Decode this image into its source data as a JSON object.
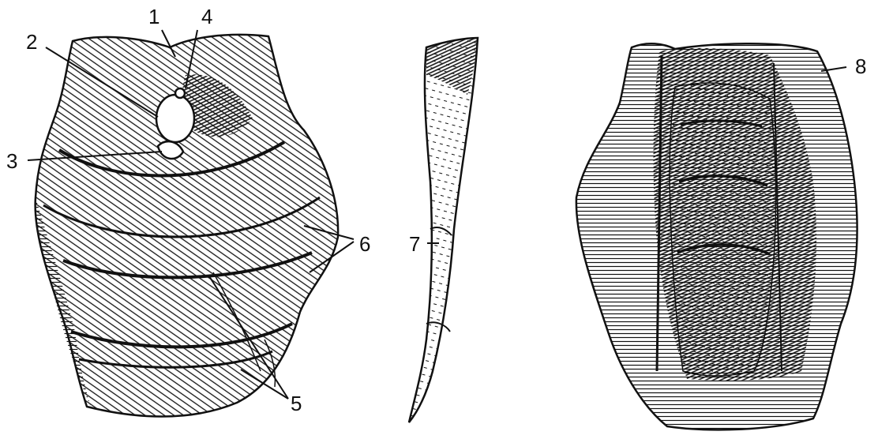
{
  "figure": {
    "labels": {
      "one": "1",
      "two": "2",
      "three": "3",
      "four": "4",
      "five": "5",
      "six": "6",
      "seven": "7",
      "eight": "8"
    },
    "colors": {
      "ink": "#111111",
      "paper": "#ffffff"
    }
  }
}
